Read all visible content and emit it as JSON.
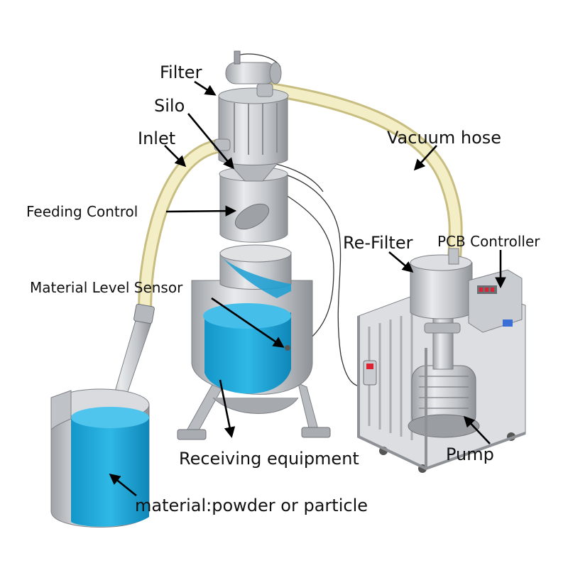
{
  "labels": {
    "filter": "Filter",
    "silo": "Silo",
    "inlet": "Inlet",
    "feeding_control": "Feeding Control",
    "material_level_sensor": "Material Level Sensor",
    "vacuum_hose": "Vacuum hose",
    "re_filter": "Re-Filter",
    "pcb_controller": "PCB Controller",
    "receiving_equipment": "Receiving equipment",
    "pump": "Pump",
    "material": "material:powder or particle"
  },
  "colors": {
    "steel": "#c9ccd0",
    "steel_dark": "#8e9297",
    "material_blue": "#1fa8d8",
    "hose": "#efe9b8",
    "frame": "#d3d5d8"
  }
}
